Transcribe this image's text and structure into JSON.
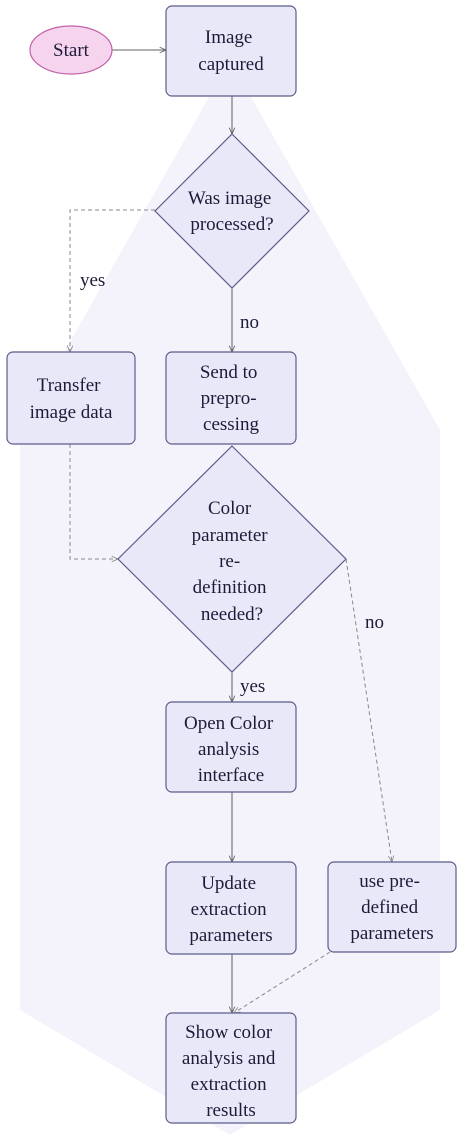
{
  "nodes": {
    "start": "Start",
    "image_captured": [
      "Image",
      "captured"
    ],
    "was_processed": [
      "Was image",
      "processed?"
    ],
    "transfer": [
      "Transfer",
      "image data"
    ],
    "send_preprocessing": [
      "Send to",
      "prepro-",
      "cessing"
    ],
    "color_redef": [
      "Color",
      "parameter",
      "re-",
      "definition",
      "needed?"
    ],
    "open_color": [
      "Open Color",
      "analysis",
      "interface"
    ],
    "update_params": [
      "Update",
      "extraction",
      "parameters"
    ],
    "predefined": [
      "use pre-",
      "defined",
      "parameters"
    ],
    "show_results": [
      "Show color",
      "analysis and",
      "extraction",
      "results"
    ]
  },
  "edge_labels": {
    "yes_1": "yes",
    "no_1": "no",
    "yes_2": "yes",
    "no_2": "no"
  }
}
